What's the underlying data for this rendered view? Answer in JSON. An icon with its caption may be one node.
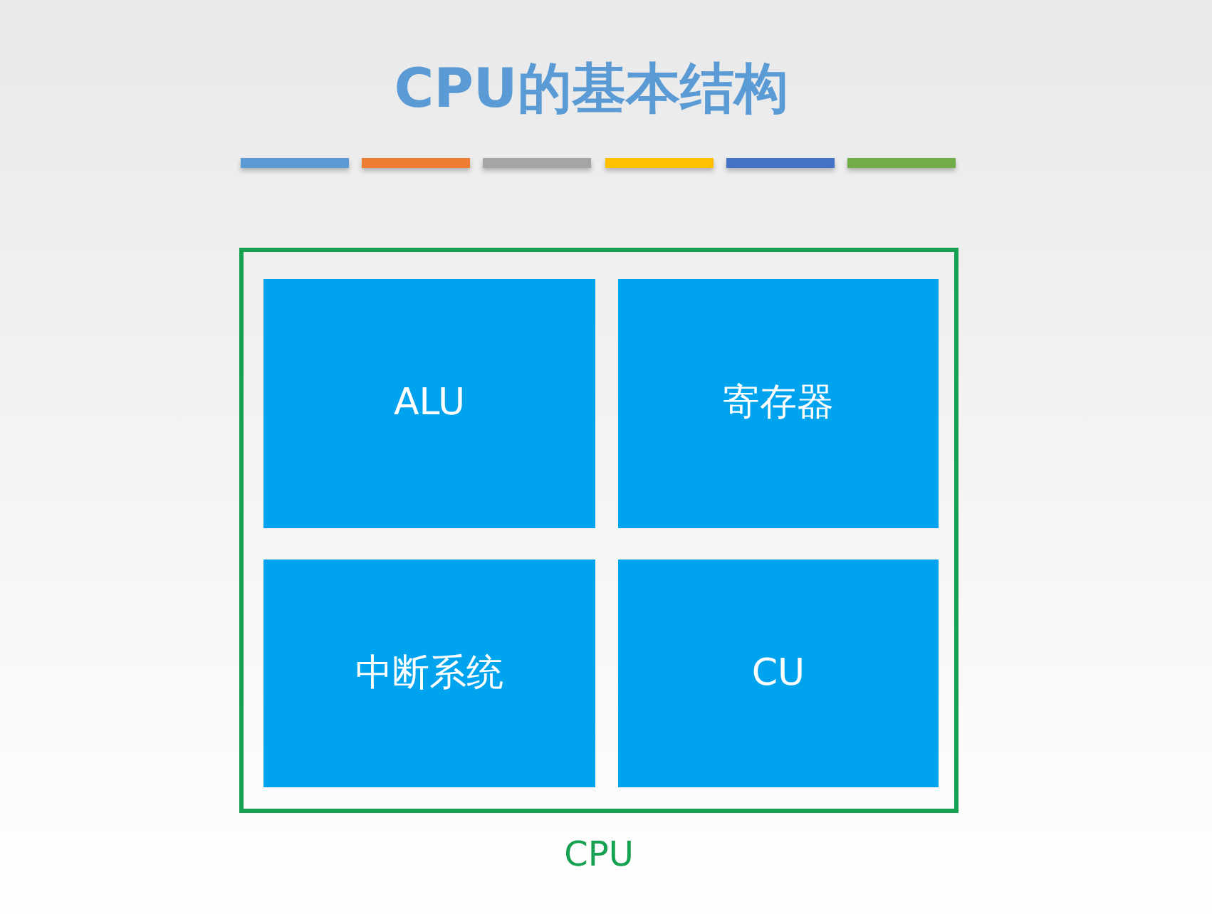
{
  "diagram": {
    "title": "CPU的基本结构",
    "nodes": [
      {
        "text": [
          "CPU"
        ]
      },
      {
        "text": [
          "ALU"
        ],
        "in": 0
      },
      {
        "text": [
          "寄存器"
        ],
        "in": 0
      },
      {
        "text": [
          "中断系统"
        ],
        "in": 0
      },
      {
        "text": [
          "CU"
        ],
        "in": 0
      }
    ]
  }
}
